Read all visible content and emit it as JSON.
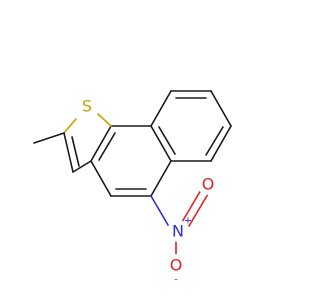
{
  "molecule": {
    "atoms": {
      "sulfur": {
        "symbol": "S",
        "color": "#c9a200"
      },
      "nitrogen": {
        "symbol": "N",
        "charge": "+",
        "color": "#2f2fd6"
      },
      "oxygen_top": {
        "symbol": "O",
        "color": "#e02020"
      },
      "oxygen_bottom": {
        "symbol": "O",
        "charge": "-",
        "color": "#e02020"
      }
    },
    "bond_color": "#1a1a1a"
  }
}
